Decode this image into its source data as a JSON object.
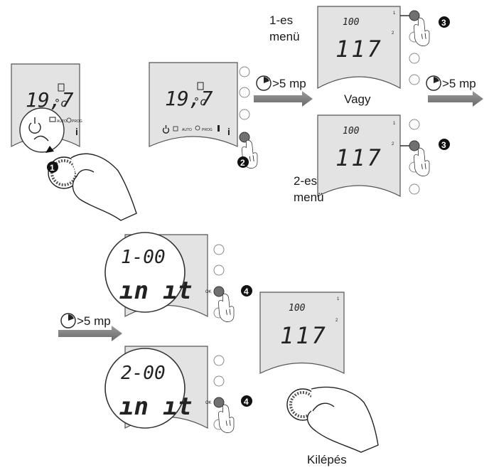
{
  "labels": {
    "menu1": [
      "1-es",
      "menü"
    ],
    "menu2": [
      "2-es",
      "menü"
    ],
    "or": "Vagy",
    "exit": "Kilépés",
    "hold_time": ">5 mp"
  },
  "display": {
    "temperature": "19,7",
    "unit": "°c",
    "code": "100",
    "value": "117",
    "init_menu1": "1-00",
    "init_menu2": "2-00",
    "init_word": "ın ıt",
    "button_ok": "OK",
    "side_1": "1",
    "side_2": "2",
    "mode_auto": "AUTO",
    "mode_prog": "PROG",
    "info": "i"
  },
  "steps": [
    "1",
    "2",
    "3",
    "3",
    "4",
    "4"
  ],
  "icons": [
    "power-icon",
    "clock-icon",
    "thermometer-icon",
    "info-icon",
    "hand-icon",
    "arrow-right-icon",
    "dial-icon"
  ],
  "colors": {
    "screen": "#e3e3e3",
    "arrow": "#7b7b7b",
    "button_pressed": "#707070"
  }
}
